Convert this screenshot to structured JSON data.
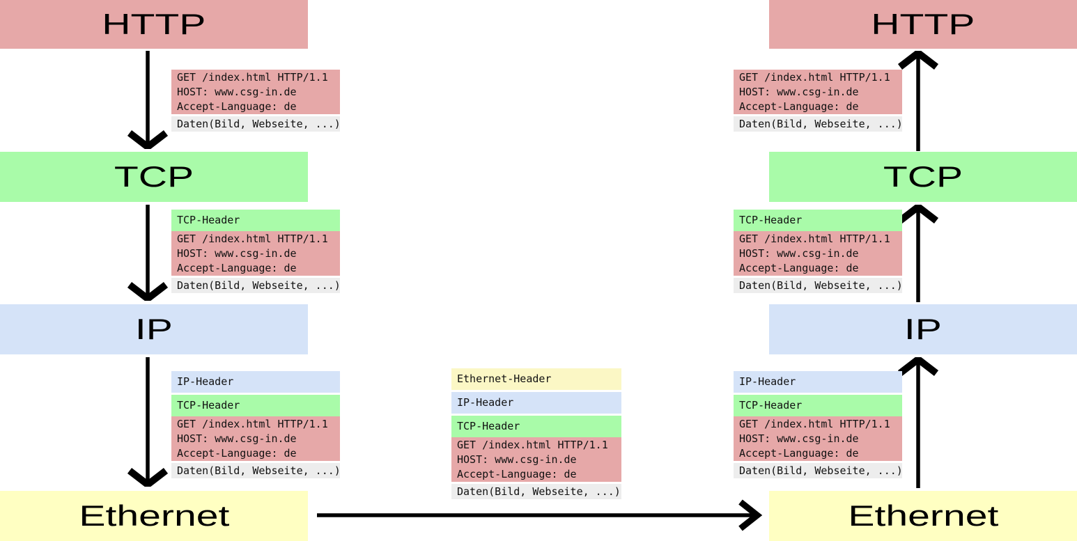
{
  "diagram_type": "network-protocol-encapsulation",
  "sender": {
    "layers": [
      {
        "id": "http",
        "label": "HTTP"
      },
      {
        "id": "tcp",
        "label": "TCP"
      },
      {
        "id": "ip",
        "label": "IP"
      },
      {
        "id": "ethernet",
        "label": "Ethernet"
      }
    ]
  },
  "receiver": {
    "layers": [
      {
        "id": "http",
        "label": "HTTP"
      },
      {
        "id": "tcp",
        "label": "TCP"
      },
      {
        "id": "ip",
        "label": "IP"
      },
      {
        "id": "ethernet",
        "label": "Ethernet"
      }
    ]
  },
  "packet": {
    "ethernet_header": "Ethernet-Header",
    "ip_header": "IP-Header",
    "tcp_header": "TCP-Header",
    "http_request_lines": [
      "GET /index.html HTTP/1.1",
      "HOST: www.csg-in.de",
      "Accept-Language: de"
    ],
    "data_label": "Daten(Bild, Webseite, ...)"
  },
  "colors": {
    "http_fill": "#e6a8a8",
    "tcp_fill": "#a9fba9",
    "ip_fill": "#d5e3f8",
    "ethernet_fill": "#ffffc2",
    "ethernet_header_fill": "#fbf7c5",
    "data_fill": "#ededed",
    "arrow": "#000000",
    "background": "#ffffff"
  }
}
